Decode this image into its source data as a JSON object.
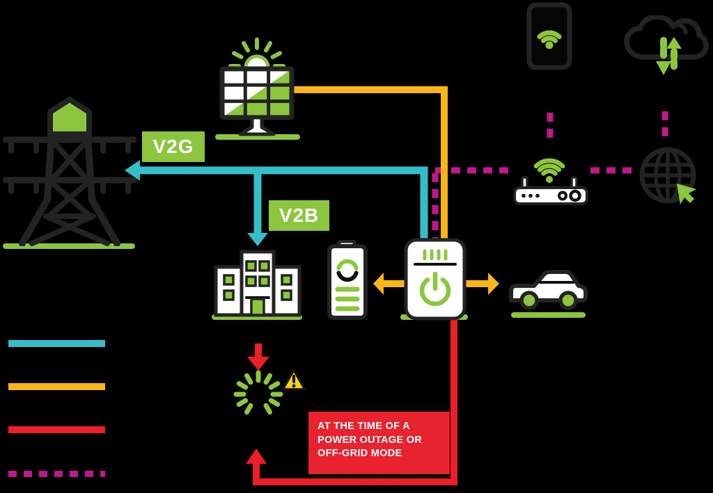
{
  "labels": {
    "v2g": "V2G",
    "v2b": "V2B"
  },
  "callout": {
    "line1": "AT THE TIME OF A",
    "line2": "POWER OUTAGE OR",
    "line3": "OFF-GRID MODE"
  },
  "colors": {
    "background": "#000000",
    "green": "#8CC63F",
    "teal": "#35BEC8",
    "orange": "#FBB516",
    "red": "#EC1E27",
    "red_box": "#E8222E",
    "magenta": "#C0178C",
    "warning_yellow": "#F5CF1B",
    "outline_dark": "#232323",
    "icon_white": "#FFFFFF",
    "label_text": "#FFFFFF"
  },
  "legend": {
    "items": [
      {
        "name": "teal-solid-line",
        "style": "solid",
        "color": "#35BEC8"
      },
      {
        "name": "orange-solid-line",
        "style": "solid",
        "color": "#FBB516"
      },
      {
        "name": "red-solid-line",
        "style": "solid",
        "color": "#EC1E27"
      },
      {
        "name": "magenta-dashed-line",
        "style": "dashed",
        "color": "#C0178C"
      }
    ]
  },
  "icons": [
    {
      "name": "transmission-tower-icon"
    },
    {
      "name": "solar-panel-icon"
    },
    {
      "name": "smartphone-wifi-icon"
    },
    {
      "name": "cloud-data-sync-icon"
    },
    {
      "name": "wifi-router-icon"
    },
    {
      "name": "internet-globe-cursor-icon"
    },
    {
      "name": "building-icon"
    },
    {
      "name": "battery-icon"
    },
    {
      "name": "ev-charger-icon"
    },
    {
      "name": "electric-car-icon"
    },
    {
      "name": "loading-spinner-icon"
    },
    {
      "name": "warning-triangle-icon"
    }
  ]
}
